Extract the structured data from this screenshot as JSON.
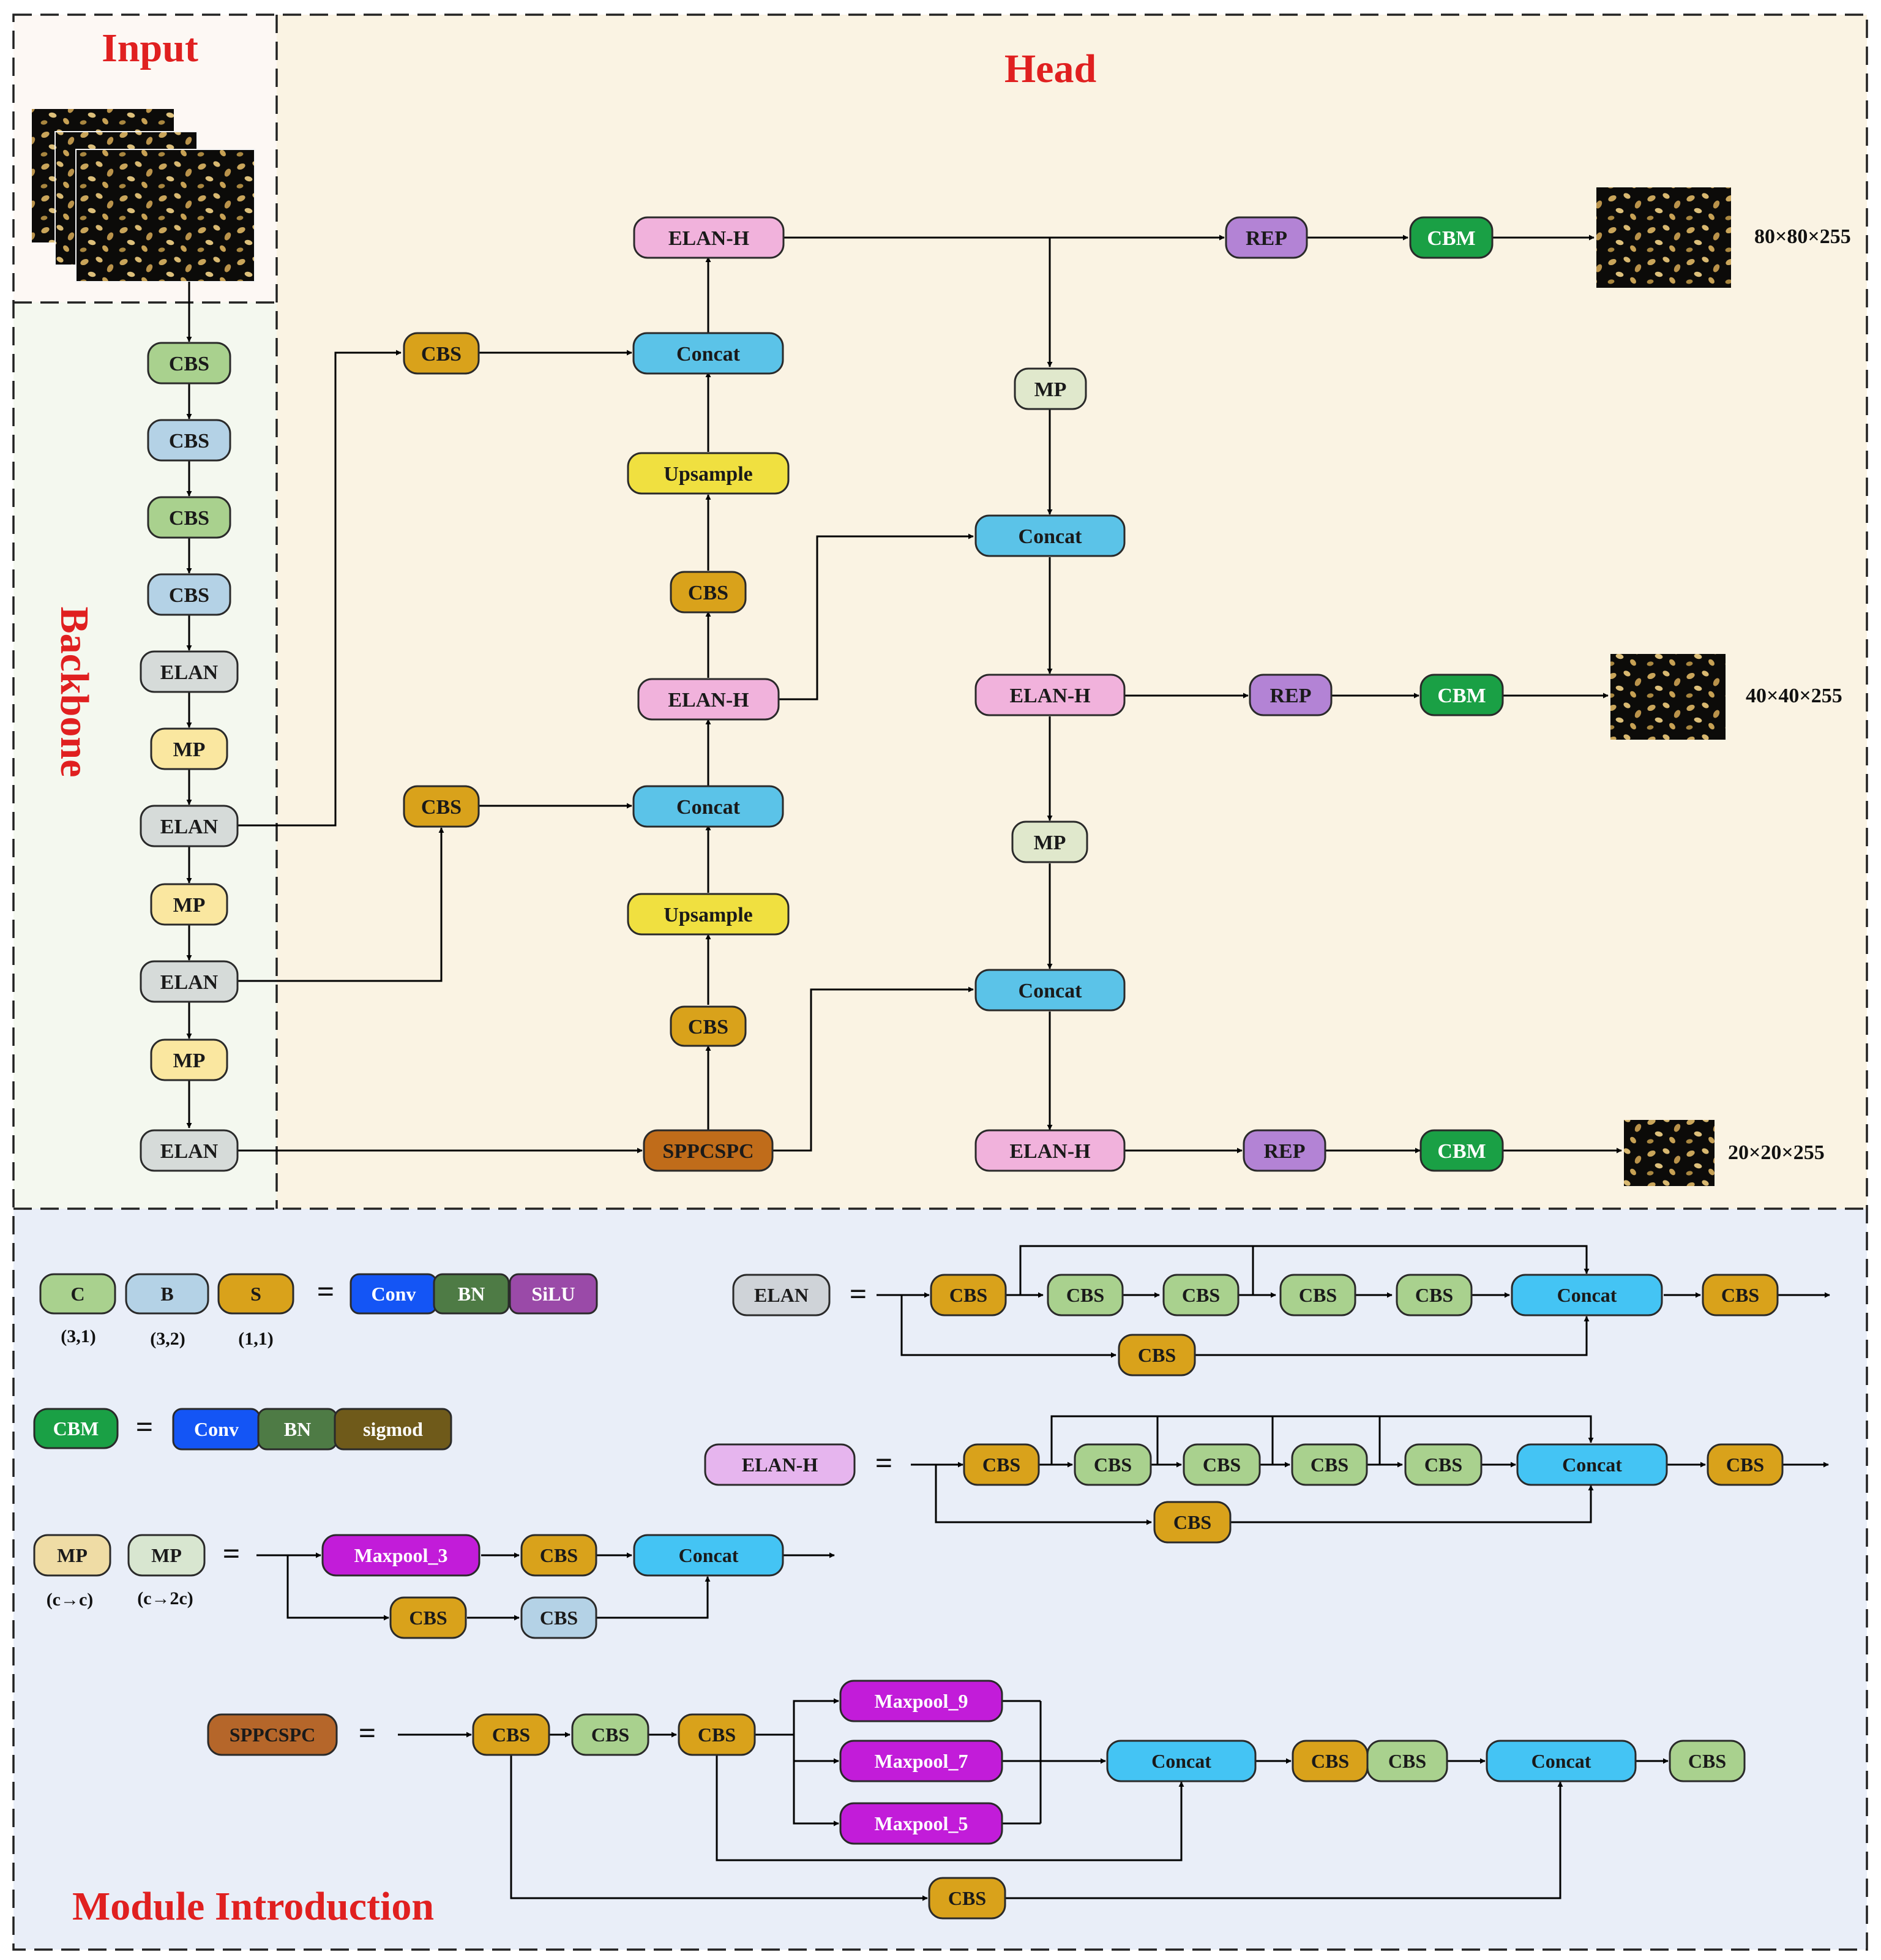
{
  "titles": {
    "input": "Input",
    "head": "Head",
    "backbone": "Backbone",
    "module": "Module Introduction"
  },
  "outputs": [
    "80×80×255",
    "40×40×255",
    "20×20×255"
  ],
  "colors": {
    "cbs_green": "#a9d18e",
    "cbs_blue": "#b4d2e6",
    "cbs_orange": "#d9a21b",
    "elan": "#d6dbd9",
    "mp_yellow": "#fae7a0",
    "mp_pale": "#e0e8cc",
    "elanh": "#f1b2dc",
    "concat": "#5bc3e8",
    "concat_bright": "#44c4f4",
    "upsample": "#f0e040",
    "sppcspc": "#c06c1a",
    "rep": "#b383d5",
    "cbm": "#1aa045",
    "conv": "#1455f5",
    "bn": "#4e7b45",
    "silu": "#9a4aa8",
    "sigmod": "#6f5a1a",
    "maxpool": "#c21cd9",
    "elanh_legend": "#e6b5ee",
    "elan_legend": "#cfd3d8",
    "mp_legend_a": "#efdca5",
    "mp_legend_b": "#d8e6d0",
    "sppcspc_legend": "#b5662a",
    "title_red": "#e02020",
    "bg_input": "#fdf8f4",
    "bg_backbone": "#f4f8ef",
    "bg_head": "#faf3e3",
    "bg_module": "#e9eef8"
  },
  "nodes": {
    "bb": [
      "CBS",
      "CBS",
      "CBS",
      "CBS",
      "ELAN",
      "MP",
      "ELAN",
      "MP",
      "ELAN",
      "MP",
      "ELAN"
    ],
    "head": {
      "sppcspc": "SPPCSPC",
      "cbs_a": "CBS",
      "upsample_a": "Upsample",
      "concat_a": "Concat",
      "cbs_lat_a": "CBS",
      "elanh_a": "ELAN-H",
      "cbs_b": "CBS",
      "upsample_b": "Upsample",
      "concat_b": "Concat",
      "cbs_lat_b": "CBS",
      "elanh_b": "ELAN-H",
      "mp_1": "MP",
      "concat_c": "Concat",
      "elanh_c": "ELAN-H",
      "mp_2": "MP",
      "concat_d": "Concat",
      "elanh_d": "ELAN-H",
      "rep": [
        "REP",
        "REP",
        "REP"
      ],
      "cbm": [
        "CBM",
        "CBM",
        "CBM"
      ]
    },
    "legend": {
      "cbs": "CBS",
      "cbs_params": [
        "(3,1)",
        "(3,2)",
        "(1,1)"
      ],
      "conv": "Conv",
      "bn": "BN",
      "silu": "SiLU",
      "cbm": "CBM",
      "sigmod": "sigmod",
      "mp": [
        "MP",
        "MP"
      ],
      "mp_params": [
        "(c→c)",
        "(c→2c)"
      ],
      "maxpool3": "Maxpool_3",
      "concat": "Concat",
      "elan": "ELAN",
      "elanh": "ELAN-H",
      "sppcspc": "SPPCSPC",
      "maxpool9": "Maxpool_9",
      "maxpool7": "Maxpool_7",
      "maxpool5": "Maxpool_5",
      "equals": "="
    }
  }
}
